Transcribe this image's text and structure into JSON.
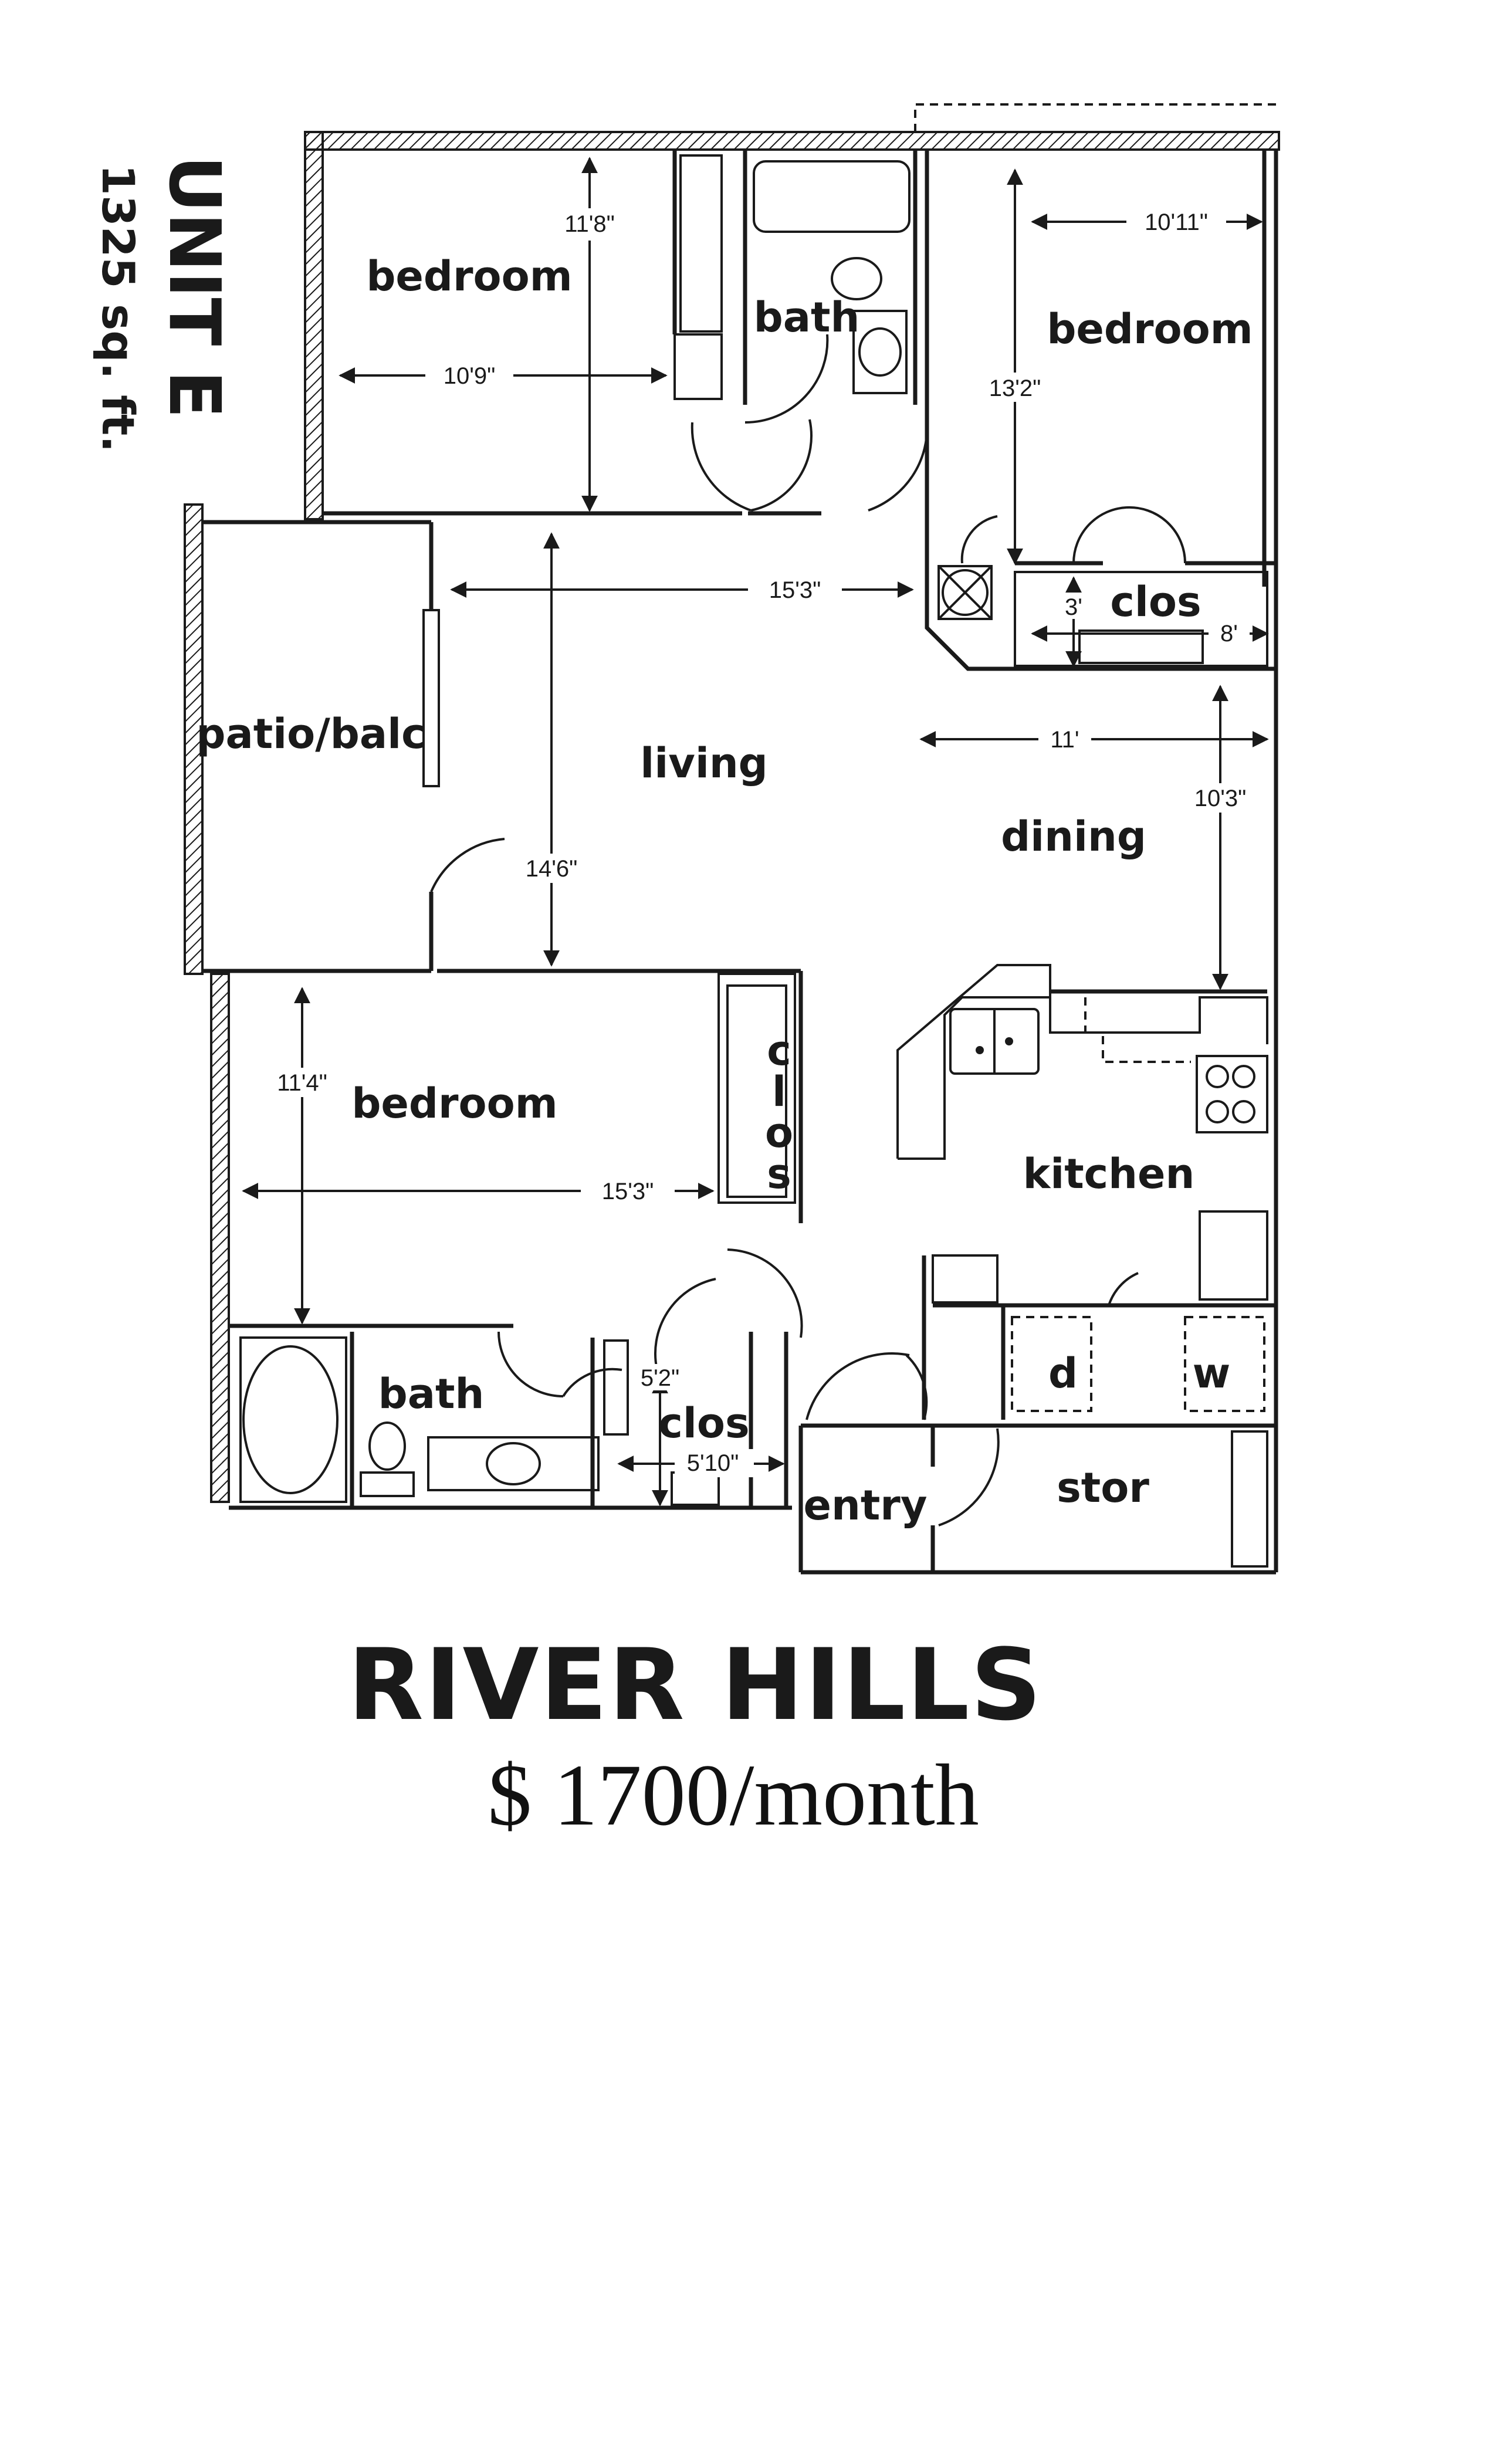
{
  "unit": {
    "name": "UNIT E",
    "area": "1325 sq. ft."
  },
  "rooms": {
    "bedroom_top_left": "bedroom",
    "bath_top": "bath",
    "bedroom_top_right": "bedroom",
    "clos_top_right": "clos",
    "patio": "patio/balc",
    "living": "living",
    "dining": "dining",
    "bedroom_bottom": "bedroom",
    "clos_bottom_bedroom": [
      "c",
      "l",
      "o",
      "s"
    ],
    "kitchen": "kitchen",
    "bath_bottom": "bath",
    "clos_bottom": "clos",
    "dryer": "d",
    "washer": "w",
    "entry": "entry",
    "storage": "stor"
  },
  "dimensions": {
    "bedroom_tl_depth": "11'8\"",
    "bedroom_tl_width": "10'9\"",
    "bedroom_tr_width": "10'11\"",
    "bedroom_tr_depth": "13'2\"",
    "clos_tr_depth": "3'",
    "clos_tr_width": "8'",
    "living_width": "15'3\"",
    "living_depth": "14'6\"",
    "dining_width": "11'",
    "dining_depth": "10'3\"",
    "bedroom_b_depth": "11'4\"",
    "bedroom_b_width": "15'3\"",
    "clos_b_depth": "5'2\"",
    "clos_b_width": "5'10\""
  },
  "property": {
    "name": "RIVER HILLS",
    "price": "$ 1700/month"
  }
}
